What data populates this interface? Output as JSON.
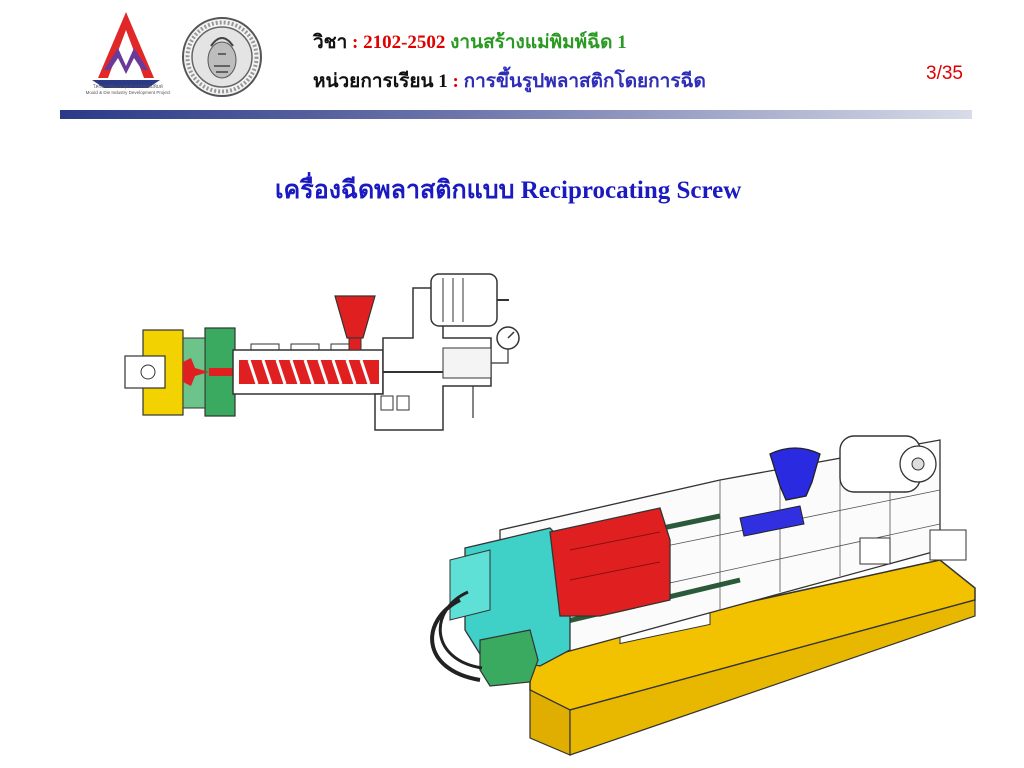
{
  "header": {
    "line1": {
      "label": "วิชา",
      "sep": " : ",
      "code": "2102-2502",
      "name": " งานสร้างแม่พิมพ์ฉีด 1"
    },
    "line2": {
      "label": "หน่วยการเรียน 1",
      "sep": " : ",
      "name": "การขึ้นรูปพลาสติกโดยการฉีด"
    },
    "page_number": "3/35",
    "logo_caption": "โครงการพัฒนาอุตสาหกรรมแม่พิมพ์",
    "logo_caption_en": "Mould & Die Industry Development Project"
  },
  "slide": {
    "title": "เครื่องฉีดพลาสติกแบบ  Reciprocating Screw"
  },
  "colors": {
    "red": "#e00000",
    "green": "#2a9a22",
    "blue": "#2d2db8",
    "yellow": "#f2c200",
    "cyan": "#3fd0c8",
    "mould_red": "#e02020"
  },
  "icons": [
    "mould-die-logo-icon",
    "vocational-education-seal-icon"
  ]
}
